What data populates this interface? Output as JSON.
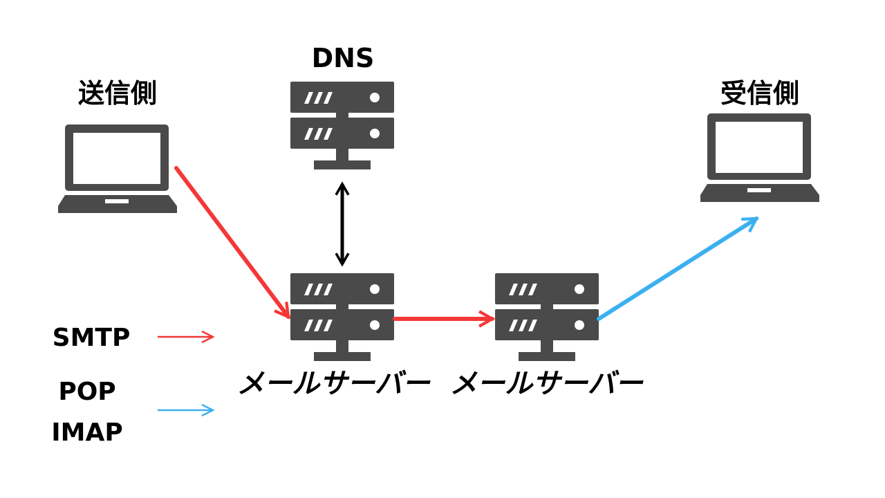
{
  "labels": {
    "sender": "送信側",
    "receiver": "受信側",
    "dns": "DNS",
    "mail_server_left": "メールサーバー",
    "mail_server_right": "メールサーバー"
  },
  "legend": {
    "smtp": "SMTP",
    "pop": "POP",
    "imap": "IMAP"
  },
  "colors": {
    "smtp": "#f53737",
    "pop_imap": "#3bb0f0",
    "dns_link": "#000000",
    "device": "#4a4a4a"
  },
  "icons": {
    "sender": "laptop-icon",
    "receiver": "laptop-icon",
    "dns": "server-icon",
    "mail_server_left": "server-icon",
    "mail_server_right": "server-icon"
  }
}
